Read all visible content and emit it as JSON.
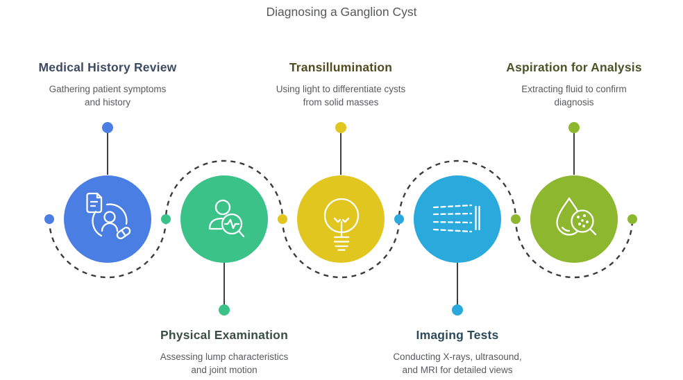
{
  "title": "Diagnosing a Ganglion Cyst",
  "title_color": "#57585a",
  "body_text_color": "#58595b",
  "steps": [
    {
      "label": "Medical History Review",
      "desc": "Gathering patient symptoms\nand history",
      "color": "#4a7ee3",
      "heading_color": "#3c4b61",
      "icon": "medical-history-icon",
      "position": "top"
    },
    {
      "label": "Physical Examination",
      "desc": "Assessing lump characteristics\nand joint motion",
      "color": "#3ac288",
      "heading_color": "#3a4e43",
      "icon": "physical-examination-icon",
      "position": "bottom"
    },
    {
      "label": "Transillumination",
      "desc": "Using light to differentiate cysts\nfrom solid masses",
      "color": "#e1c620",
      "heading_color": "#524b20",
      "icon": "lightbulb-icon",
      "position": "top"
    },
    {
      "label": "Imaging Tests",
      "desc": "Conducting X-rays, ultrasound,\nand MRI for detailed views",
      "color": "#29a9dc",
      "heading_color": "#2d4a5c",
      "icon": "xray-icon",
      "position": "bottom"
    },
    {
      "label": "Aspiration for Analysis",
      "desc": "Extracting fluid to confirm\ndiagnosis",
      "color": "#8cb72f",
      "heading_color": "#4b5426",
      "icon": "fluid-analysis-icon",
      "position": "top"
    }
  ],
  "connector": {
    "dash_color": "#3b3b3b",
    "stem_color": "#3f3f3f",
    "dot_colors": [
      "#4a7ee3",
      "#3ac288",
      "#e1c620",
      "#29a9dc",
      "#8cb72f",
      "#8cb72f"
    ]
  }
}
